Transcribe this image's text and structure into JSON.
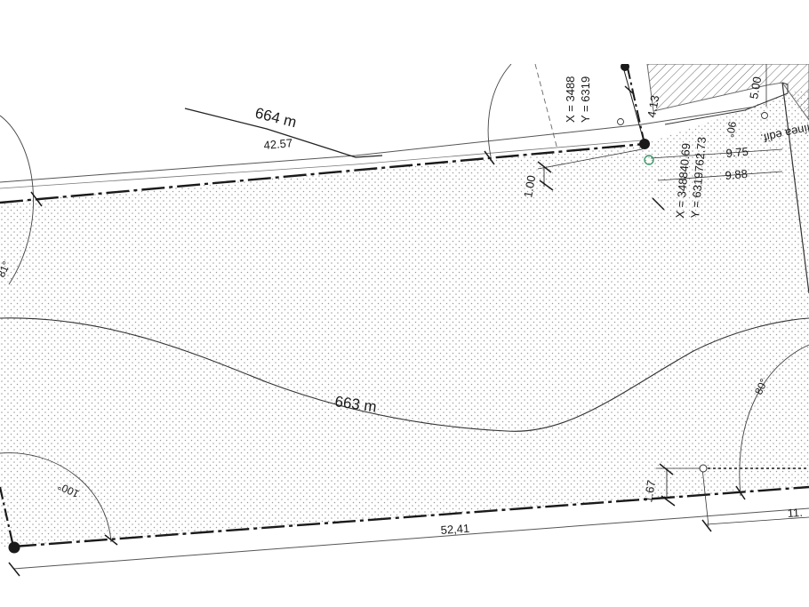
{
  "contours": {
    "upper": "664 m",
    "lower": "663 m"
  },
  "dimensions": {
    "top_edge": "42.57",
    "bottom_edge": "52,41",
    "offset_top": "1.00",
    "offset_bottom": "1.67",
    "building_dist": "4.13",
    "setback": "5.00",
    "dist_a": "9.75",
    "dist_b": "9.88",
    "right_partial": "11."
  },
  "angles": {
    "top_left": "81°",
    "bottom_left": "100°",
    "right": "80°",
    "top_right": "90°"
  },
  "coordinates": {
    "top_x": "X = 3488",
    "top_y": "Y = 6319",
    "corner_x": "X = 348840.69",
    "corner_y": "Y = 6319762.73"
  },
  "annotations": {
    "building_line": "línea edif."
  },
  "colors": {
    "line": "#1a1a1a",
    "hatch": "#6a6a6a",
    "dots": "#9a9a9a",
    "marker_green": "#3a9a6a"
  }
}
